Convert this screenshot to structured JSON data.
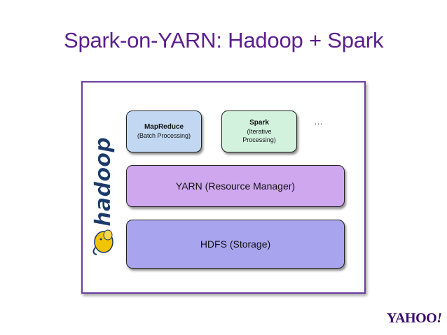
{
  "slide": {
    "title": "Spark-on-YARN: Hadoop + Spark"
  },
  "diagram": {
    "mapreduce": {
      "title": "MapReduce",
      "subtitle": "(Batch Processing)"
    },
    "spark": {
      "title": "Spark",
      "subtitle_line1": "(Iterative",
      "subtitle_line2": "Processing)"
    },
    "ellipsis": "…",
    "yarn": "YARN (Resource Manager)",
    "hdfs": "HDFS (Storage)",
    "side_logo": "hadoop"
  },
  "footer": {
    "brand": "YAHOO",
    "brand_mark": "!"
  },
  "colors": {
    "title": "#5b1f8f",
    "frame_border": "#6a3ea0",
    "mapreduce_fill": "#c2d8f2",
    "spark_fill": "#d2f2de",
    "yarn_fill": "#cfa7ee",
    "hdfs_fill": "#a9a4ee",
    "hadoop_logo_text": "#1b3a6b",
    "hadoop_elephant": "#f2c400",
    "yahoo_brand": "#3b0a6e"
  },
  "icons": {
    "side_logo": "hadoop-elephant-logo",
    "footer_logo": "yahoo-logo"
  }
}
